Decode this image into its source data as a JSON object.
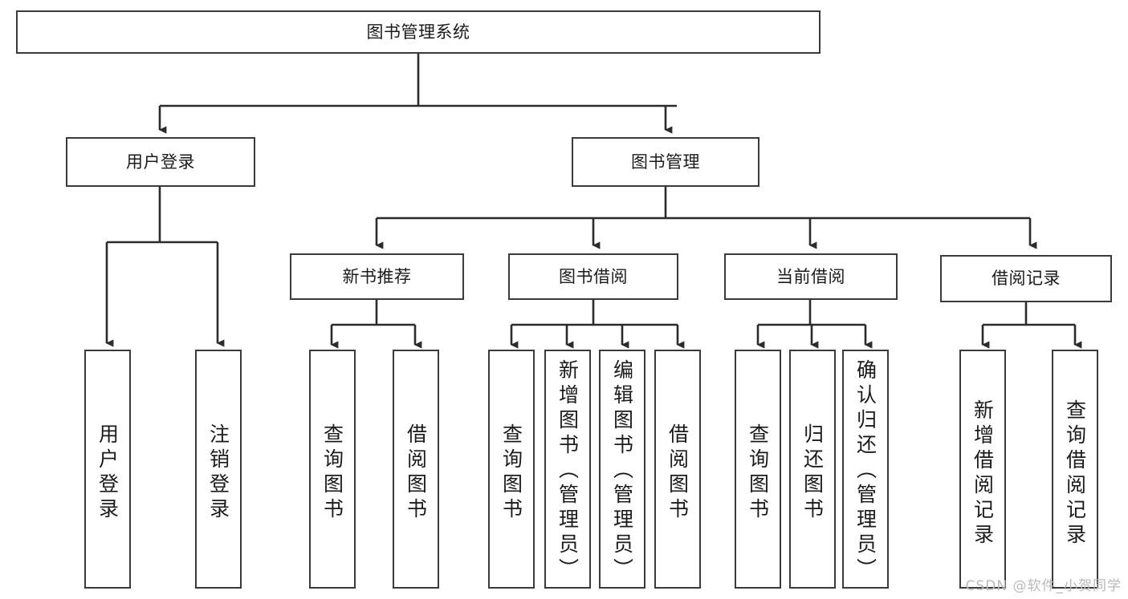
{
  "diagram": {
    "kind": "functional-structure-tree",
    "root": {
      "id": "root",
      "label": "图书管理系统"
    },
    "level1": [
      {
        "id": "user-login",
        "label": "用户登录"
      },
      {
        "id": "book-manage",
        "label": "图书管理"
      }
    ],
    "level2": [
      {
        "id": "new-book-rec",
        "label": "新书推荐",
        "parent": "book-manage"
      },
      {
        "id": "book-borrow",
        "label": "图书借阅",
        "parent": "book-manage"
      },
      {
        "id": "current-borrow",
        "label": "当前借阅",
        "parent": "book-manage"
      },
      {
        "id": "borrow-record",
        "label": "借阅记录",
        "parent": "book-manage"
      }
    ],
    "leaves": [
      {
        "id": "leaf-user-login",
        "label": "用户登录",
        "parent": "user-login"
      },
      {
        "id": "leaf-logout",
        "label": "注销登录",
        "parent": "user-login"
      },
      {
        "id": "leaf-query-book-1",
        "label": "查询图书",
        "parent": "new-book-rec"
      },
      {
        "id": "leaf-borrow-book-1",
        "label": "借阅图书",
        "parent": "new-book-rec"
      },
      {
        "id": "leaf-query-book-2",
        "label": "查询图书",
        "parent": "book-borrow"
      },
      {
        "id": "leaf-add-book",
        "label": "新增图书（管理员）",
        "parent": "book-borrow"
      },
      {
        "id": "leaf-edit-book",
        "label": "编辑图书（管理员）",
        "parent": "book-borrow"
      },
      {
        "id": "leaf-borrow-book-2",
        "label": "借阅图书",
        "parent": "book-borrow"
      },
      {
        "id": "leaf-query-book-3",
        "label": "查询图书",
        "parent": "current-borrow"
      },
      {
        "id": "leaf-return-book",
        "label": "归还图书",
        "parent": "current-borrow"
      },
      {
        "id": "leaf-confirm-return",
        "label": "确认归还（管理员）",
        "parent": "current-borrow"
      },
      {
        "id": "leaf-add-record",
        "label": "新增借阅记录",
        "parent": "borrow-record"
      },
      {
        "id": "leaf-query-record",
        "label": "查询借阅记录",
        "parent": "borrow-record"
      }
    ]
  },
  "watermark": {
    "text": "CSDN @软件_小贺同学"
  },
  "colors": {
    "box_border": "#3a3a3a",
    "connector": "#2b2b2b",
    "text": "#1b1b1b",
    "background": "#ffffff",
    "watermark": "#b9b9b9"
  }
}
